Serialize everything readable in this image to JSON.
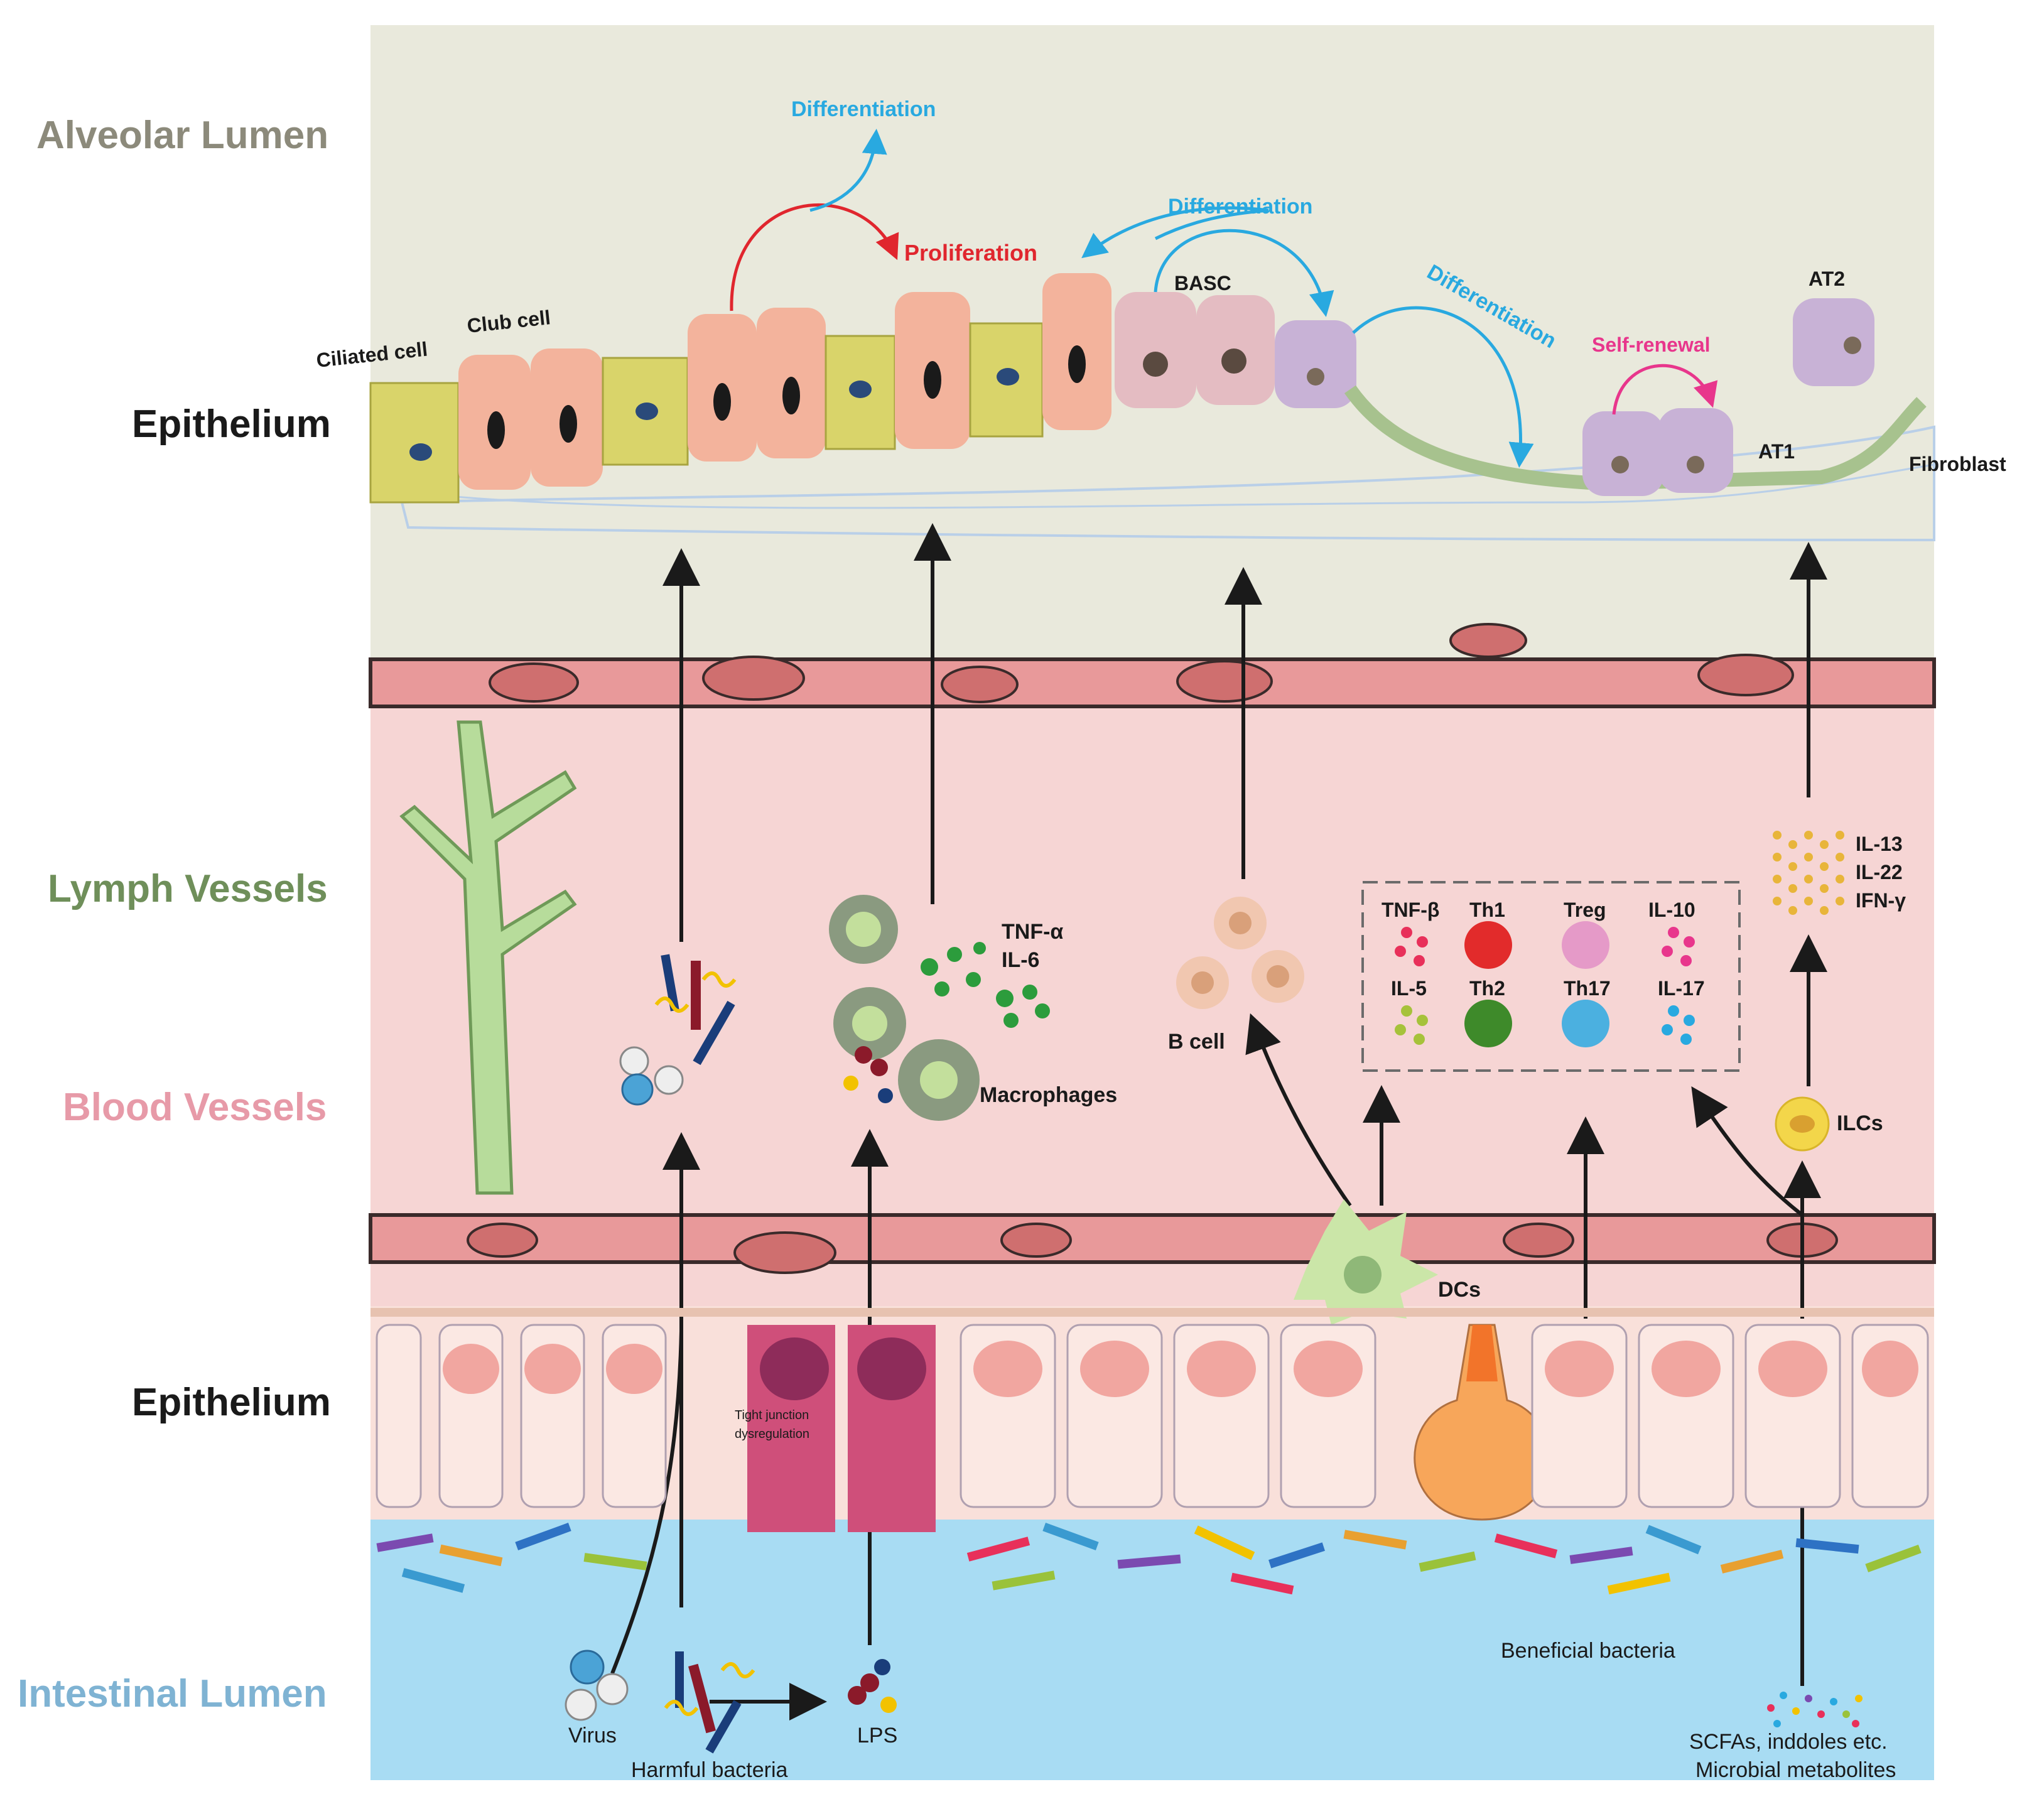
{
  "side_labels": {
    "alveolar_lumen": "Alveolar Lumen",
    "lung_epithelium": "Epithelium",
    "lymph_vessels": "Lymph Vessels",
    "blood_vessels": "Blood Vessels",
    "gut_epithelium": "Epithelium",
    "intestinal_lumen": "Intestinal Lumen"
  },
  "lung": {
    "ciliated_cell": "Ciliated cell",
    "club_cell": "Club cell",
    "differentiation_top": "Differentiation",
    "proliferation": "Proliferation",
    "differentiation_mid": "Differentiation",
    "differentiation_right": "Differentiation",
    "basc": "BASC",
    "self_renewal": "Self-renewal",
    "at2": "AT2",
    "at1": "AT1",
    "fibroblast": "Fibroblast"
  },
  "immune": {
    "tnf_alpha": "TNF-α",
    "il6": "IL-6",
    "macrophages": "Macrophages",
    "b_cell": "B cell",
    "tnf_beta": "TNF-β",
    "th1": "Th1",
    "treg": "Treg",
    "il10": "IL-10",
    "il5": "IL-5",
    "th2": "Th2",
    "th17": "Th17",
    "il17": "IL-17",
    "il13": "IL-13",
    "il22": "IL-22",
    "ifn_gamma": "IFN-γ",
    "ilcs": "ILCs",
    "dcs": "DCs"
  },
  "gut": {
    "tight_junction_1": "Tight junction",
    "tight_junction_2": "dysregulation",
    "beneficial_bacteria": "Beneficial bacteria",
    "virus": "Virus",
    "harmful_bacteria": "Harmful bacteria",
    "lps": "LPS",
    "metabolites_1": "SCFAs, inddoles etc.",
    "metabolites_2": "Microbial metabolites"
  },
  "colors": {
    "alveolar_bg": "#e9e9dc",
    "vessel_bg": "#f6d5d4",
    "endothelium": "#e8999a",
    "gut_epi": "#f9e0da",
    "lumen_blue": "#a8dcf3",
    "ciliated": "#d9d46a",
    "club": "#f3b39c",
    "at2": "#c8b2d6",
    "at1": "#a7c28e",
    "blue_arrow": "#29a9e0",
    "red_arrow": "#e0262e",
    "pink_arrow": "#e8368c"
  }
}
